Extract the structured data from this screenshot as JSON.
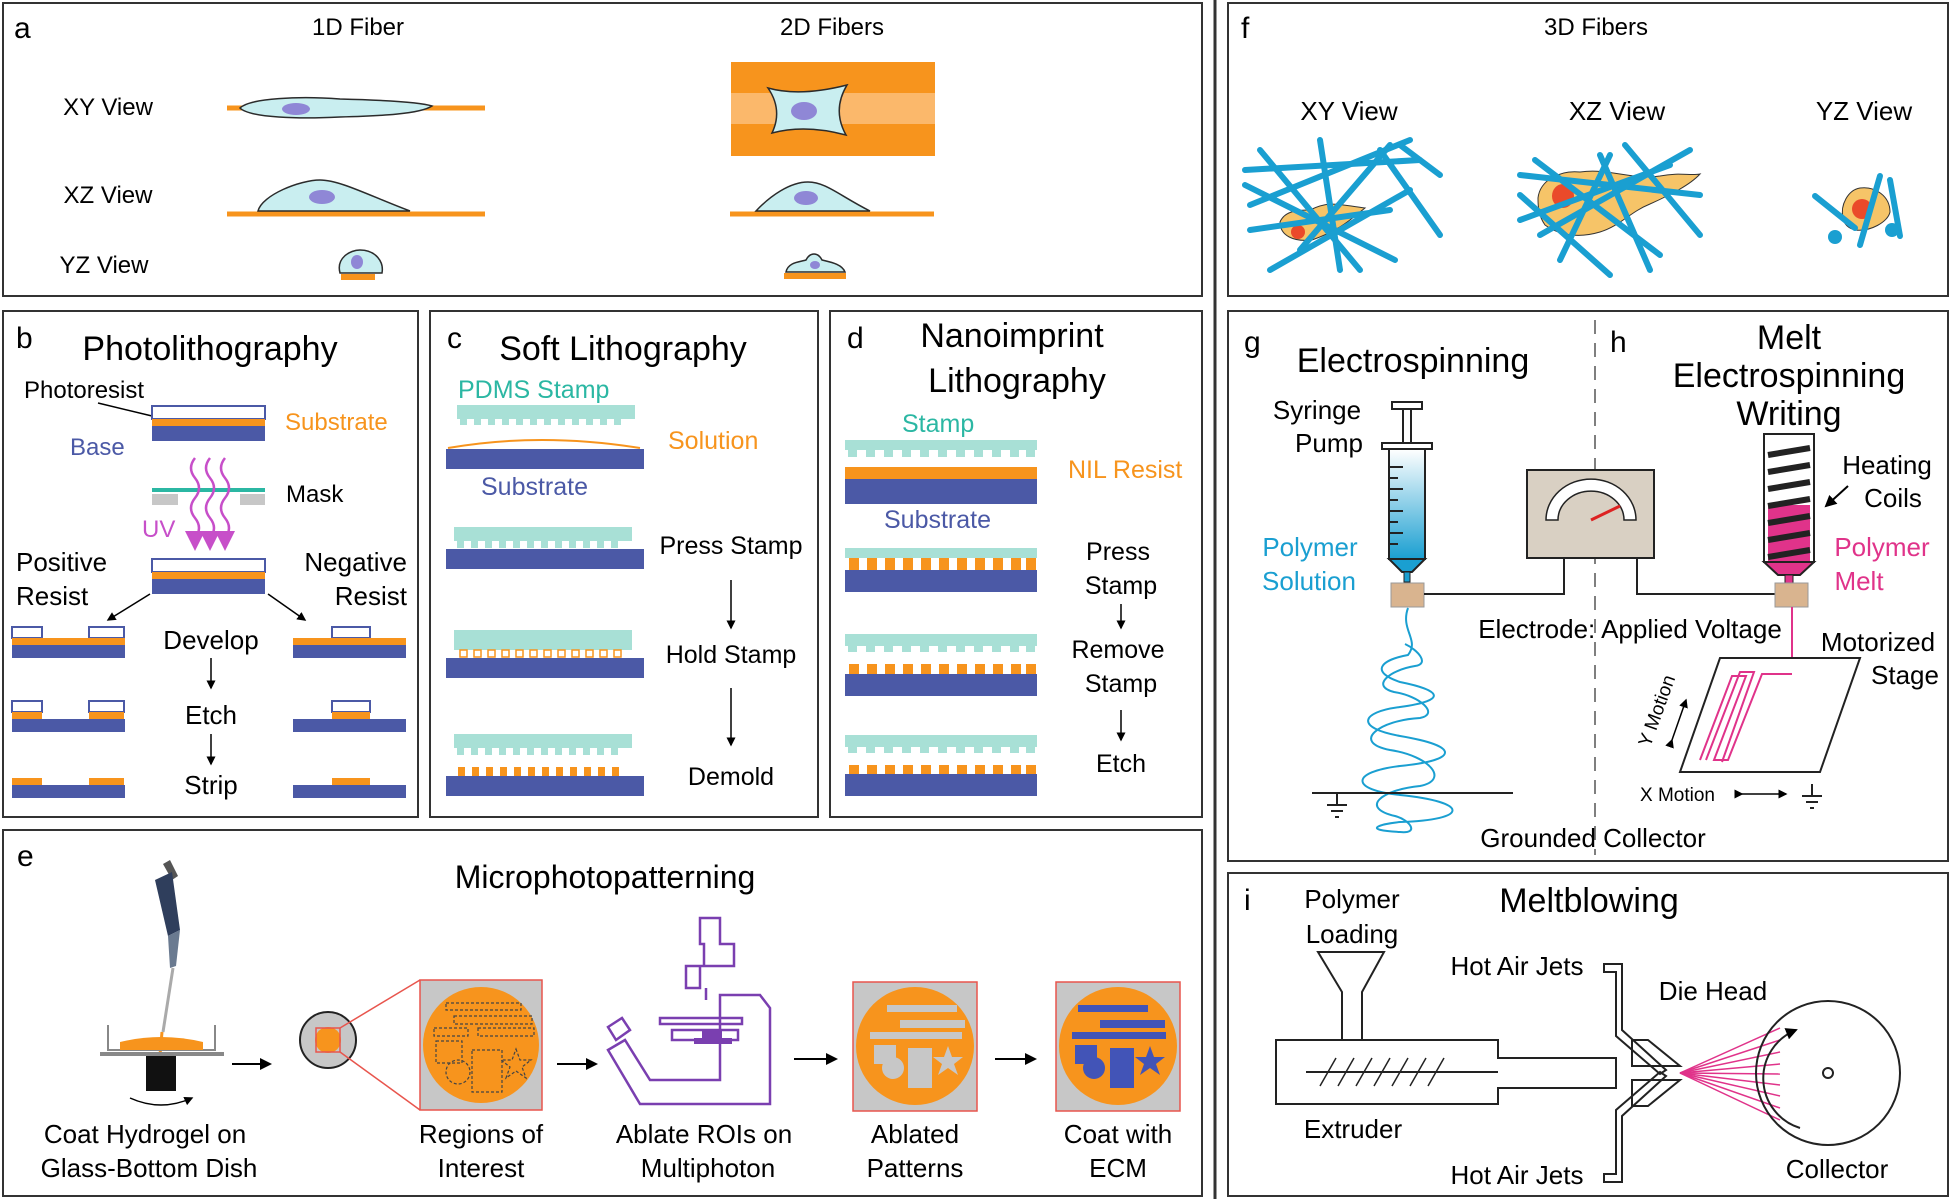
{
  "colors": {
    "orange": "#f7941d",
    "cell": "#c9eef0",
    "cell_stroke": "#2b2b2b",
    "nucleus": "#8f87d6",
    "substrate_blue": "#4b59a6",
    "teal": "#2bb7a3",
    "fiber_blue": "#1a9fd1",
    "cell_3d": "#f6c468",
    "nucleus_3d": "#ea4a2a",
    "magenta": "#e0338a",
    "purple": "#7a3fb0",
    "ablate_blue": "#4254b7",
    "grey": "#c7c7c7",
    "pink_box": "#e8554d",
    "gauge_bg": "#d9d0c3",
    "electrode": "#d9b48f"
  },
  "panel_a": {
    "letter": "a",
    "col1": "1D Fiber",
    "col2": "2D Fibers",
    "row_xy": "XY View",
    "row_xz": "XZ View",
    "row_yz": "YZ View"
  },
  "panel_b": {
    "letter": "b",
    "title": "Photolithography",
    "photoresist": "Photoresist",
    "substrate": "Substrate",
    "base": "Base",
    "mask": "Mask",
    "uv": "UV",
    "positive": "Positive\nResist",
    "negative": "Negative\nResist",
    "develop": "Develop",
    "etch": "Etch",
    "strip": "Strip"
  },
  "panel_c": {
    "letter": "c",
    "title": "Soft Lithography",
    "pdms": "PDMS Stamp",
    "solution": "Solution",
    "substrate": "Substrate",
    "press": "Press Stamp",
    "hold": "Hold Stamp",
    "demold": "Demold"
  },
  "panel_d": {
    "letter": "d",
    "title1": "Nanoimprint",
    "title2": "Lithography",
    "stamp": "Stamp",
    "nil": "NIL Resist",
    "substrate": "Substrate",
    "press1": "Press",
    "press2": "Stamp",
    "remove1": "Remove",
    "remove2": "Stamp",
    "etch": "Etch"
  },
  "panel_e": {
    "letter": "e",
    "title": "Microphotopatterning",
    "step1a": "Coat Hydrogel on",
    "step1b": "Glass-Bottom Dish",
    "step2a": "Regions of",
    "step2b": "Interest",
    "step3a": "Ablate ROIs on",
    "step3b": "Multiphoton",
    "step4a": "Ablated",
    "step4b": "Patterns",
    "step5a": "Coat with",
    "step5b": "ECM"
  },
  "panel_f": {
    "letter": "f",
    "title": "3D Fibers",
    "xy": "XY View",
    "xz": "XZ View",
    "yz": "YZ View"
  },
  "panel_g": {
    "letter": "g",
    "title": "Electrospinning",
    "syringe1": "Syringe",
    "syringe2": "Pump",
    "poly1": "Polymer",
    "poly2": "Solution",
    "electrode": "Electrode: Applied Voltage",
    "grounded": "Grounded Collector"
  },
  "panel_h": {
    "letter": "h",
    "title1": "Melt",
    "title2": "Electrospinning",
    "title3": "Writing",
    "heating1": "Heating",
    "heating2": "Coils",
    "melt1": "Polymer",
    "melt2": "Melt",
    "stage1": "Motorized",
    "stage2": "Stage",
    "ymotion": "Y Motion",
    "xmotion": "X Motion"
  },
  "panel_i": {
    "letter": "i",
    "title": "Meltblowing",
    "loading1": "Polymer",
    "loading2": "Loading",
    "hot_air_top": "Hot Air Jets",
    "hot_air_bottom": "Hot Air Jets",
    "die_head": "Die Head",
    "extruder": "Extruder",
    "collector": "Collector"
  }
}
